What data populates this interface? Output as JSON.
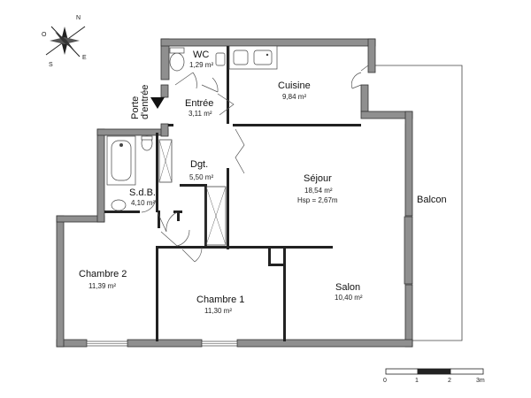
{
  "compass": {
    "n": "N",
    "e": "E",
    "s": "S",
    "o": "O"
  },
  "rooms": {
    "wc": {
      "name": "WC",
      "area": "1,29 m²"
    },
    "cuisine": {
      "name": "Cuisine",
      "area": "9,84 m²"
    },
    "entree": {
      "name": "Entrée",
      "area": "3,11 m²"
    },
    "porte": {
      "line1": "Porte",
      "line2": "d'entrée"
    },
    "sdb": {
      "name": "S.d.B.",
      "area": "4,10 m²"
    },
    "dgt": {
      "name": "Dgt.",
      "area": "5,50 m²"
    },
    "sejour": {
      "name": "Séjour",
      "area": "18,54 m²",
      "hsp": "Hsp = 2,67m"
    },
    "balcon": {
      "name": "Balcon"
    },
    "chambre2": {
      "name": "Chambre 2",
      "area": "11,39 m²"
    },
    "chambre1": {
      "name": "Chambre 1",
      "area": "11,30 m²"
    },
    "salon": {
      "name": "Salon",
      "area": "10,40 m²"
    }
  },
  "scale": {
    "t0": "0",
    "t1": "1",
    "t2": "2",
    "t3": "3m"
  }
}
